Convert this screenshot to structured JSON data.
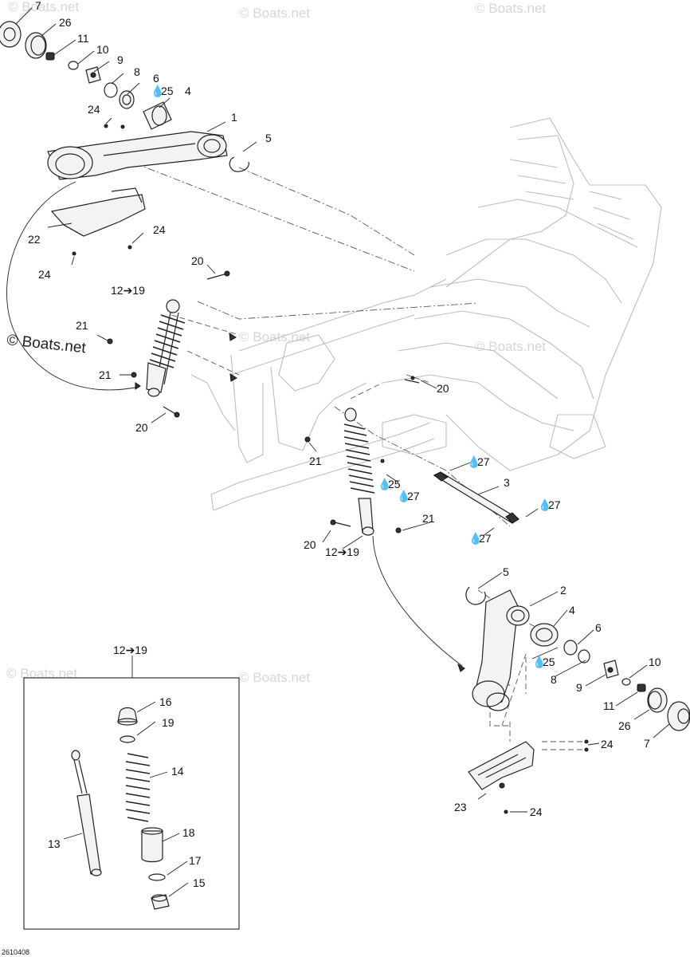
{
  "watermarks": [
    "© Boats.net",
    "© Boats.net",
    "© Boats.net",
    "© Boats.net",
    "© Boats.net",
    "© Boats.net",
    "© Boats.net"
  ],
  "main_watermark": "© Boats.net",
  "doc_code": "2610408",
  "callouts": {
    "c7a": "7",
    "c26a": "26",
    "c11a": "11",
    "c10a": "10",
    "c9a": "9",
    "c8a": "8",
    "c6a": "6",
    "c25a": "25",
    "c4a": "4",
    "c1": "1",
    "c5a": "5",
    "c24a": "24",
    "c22": "22",
    "c24b": "24",
    "c24c": "24",
    "c20a": "20",
    "c12a": "12➔19",
    "c21a": "21",
    "c21b": "21",
    "c20b": "20",
    "c20c": "20",
    "c21c": "21",
    "c25b": "25",
    "c27a": "27",
    "c27b": "27",
    "c3": "3",
    "c27c": "27",
    "c27d": "27",
    "c21d": "21",
    "c20d": "20",
    "c12b": "12➔19",
    "c5b": "5",
    "c2": "2",
    "c4b": "4",
    "c6b": "6",
    "c25c": "25",
    "c8b": "8",
    "c10b": "10",
    "c9b": "9",
    "c11b": "11",
    "c26b": "26",
    "c7b": "7",
    "c24d": "24",
    "c23": "23",
    "c24e": "24",
    "c12c": "12➔19",
    "c16": "16",
    "c19": "19",
    "c14": "14",
    "c13": "13",
    "c18": "18",
    "c17": "17",
    "c15": "15"
  }
}
